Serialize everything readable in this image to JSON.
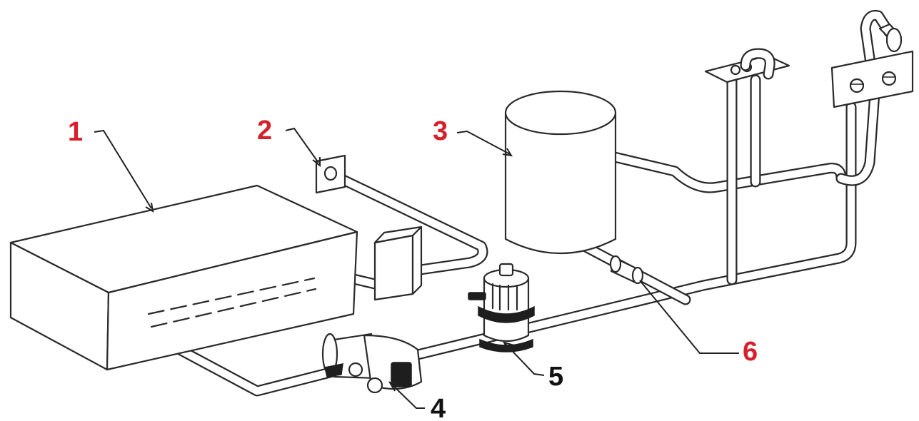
{
  "labels": [
    {
      "id": "1",
      "text": "1",
      "color": "#d6202a"
    },
    {
      "id": "2",
      "text": "2",
      "color": "#d6202a"
    },
    {
      "id": "3",
      "text": "3",
      "color": "#d6202a"
    },
    {
      "id": "4",
      "text": "4",
      "color": "#111111"
    },
    {
      "id": "5",
      "text": "5",
      "color": "#111111"
    },
    {
      "id": "6",
      "text": "6",
      "color": "#d6202a"
    }
  ],
  "colors": {
    "line": "#2a2a2a",
    "label_red": "#d6202a",
    "label_dark": "#111111"
  }
}
